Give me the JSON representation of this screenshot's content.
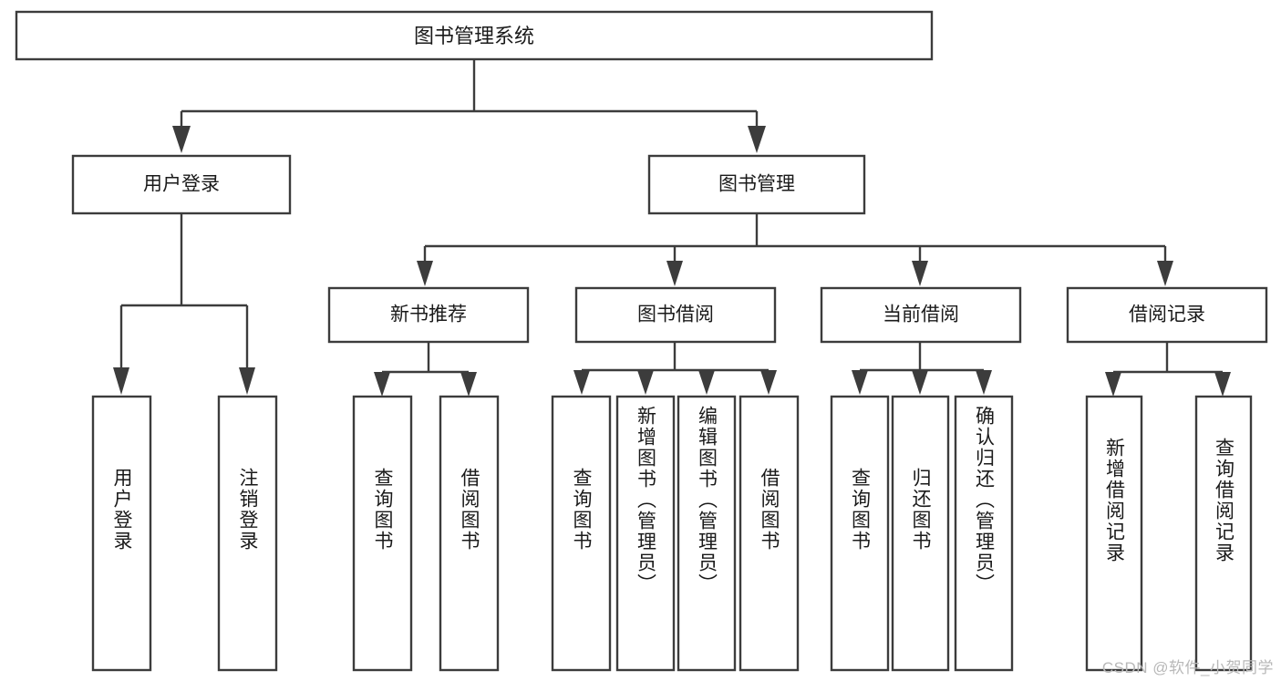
{
  "diagram": {
    "title": "图书管理系统",
    "type": "hierarchy-tree",
    "watermark": "CSDN @软件_小贺同学",
    "root": {
      "id": "root",
      "label": "图书管理系统"
    },
    "level2": [
      {
        "id": "user-login",
        "label": "用户登录"
      },
      {
        "id": "book-management",
        "label": "图书管理"
      }
    ],
    "level3": [
      {
        "id": "new-book-recommend",
        "label": "新书推荐",
        "parent": "book-management"
      },
      {
        "id": "book-borrow",
        "label": "图书借阅",
        "parent": "book-management"
      },
      {
        "id": "current-borrow",
        "label": "当前借阅",
        "parent": "book-management"
      },
      {
        "id": "borrow-record",
        "label": "借阅记录",
        "parent": "book-management"
      }
    ],
    "leaves": [
      {
        "id": "leaf-user-login",
        "label": "用户登录",
        "parent": "user-login"
      },
      {
        "id": "leaf-user-logout",
        "label": "注销登录",
        "parent": "user-login"
      },
      {
        "id": "leaf-query-book-1",
        "label": "查询图书",
        "parent": "new-book-recommend"
      },
      {
        "id": "leaf-borrow-book-1",
        "label": "借阅图书",
        "parent": "new-book-recommend"
      },
      {
        "id": "leaf-query-book-2",
        "label": "查询图书",
        "parent": "book-borrow"
      },
      {
        "id": "leaf-add-book",
        "label": "新增图书（管理员）",
        "parent": "book-borrow"
      },
      {
        "id": "leaf-edit-book",
        "label": "编辑图书（管理员）",
        "parent": "book-borrow"
      },
      {
        "id": "leaf-borrow-book-2",
        "label": "借阅图书",
        "parent": "book-borrow"
      },
      {
        "id": "leaf-query-book-3",
        "label": "查询图书",
        "parent": "current-borrow"
      },
      {
        "id": "leaf-return-book",
        "label": "归还图书",
        "parent": "current-borrow"
      },
      {
        "id": "leaf-confirm-return",
        "label": "确认归还（管理员）",
        "parent": "current-borrow"
      },
      {
        "id": "leaf-add-record",
        "label": "新增借阅记录",
        "parent": "borrow-record"
      },
      {
        "id": "leaf-query-record",
        "label": "查询借阅记录",
        "parent": "borrow-record"
      }
    ],
    "colors": {
      "stroke": "#3c3c3c",
      "fill": "#ffffff",
      "text": "#1a1a1a",
      "watermark": "#b8b8b8"
    }
  }
}
